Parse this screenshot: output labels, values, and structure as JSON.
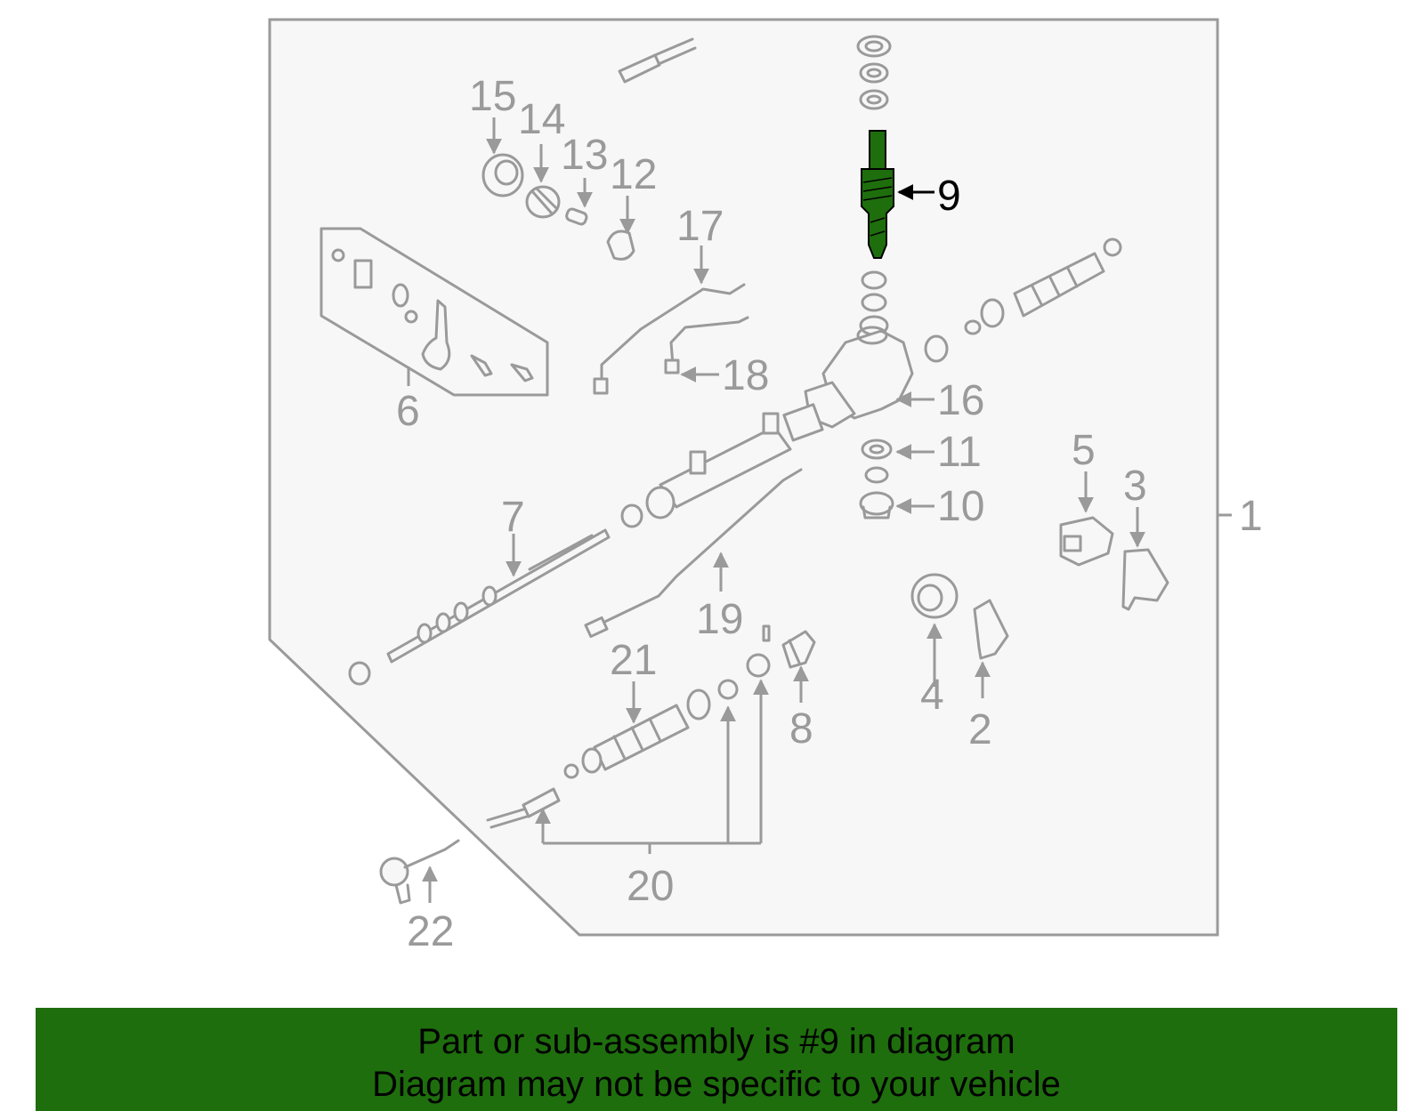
{
  "diagram": {
    "highlighted_part": "9",
    "highlight_color": "#1e6e0d",
    "callouts": [
      "1",
      "2",
      "3",
      "4",
      "5",
      "6",
      "7",
      "8",
      "9",
      "10",
      "11",
      "12",
      "13",
      "14",
      "15",
      "16",
      "17",
      "18",
      "19",
      "20",
      "21",
      "22"
    ]
  },
  "banner": {
    "line1": "Part or sub-assembly is #9 in diagram",
    "line2": "Diagram may not be specific to your vehicle",
    "background": "#1e6e0d"
  }
}
